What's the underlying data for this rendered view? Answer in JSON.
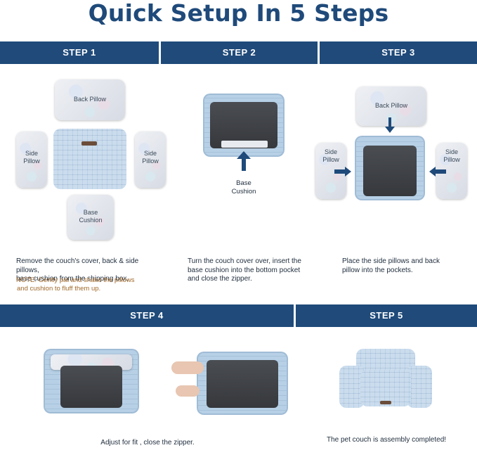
{
  "title": "Quick Setup In 5 Steps",
  "steps": [
    {
      "label": "STEP 1",
      "desc_lines": [
        "Remove the couch's cover, back & side pillows,",
        "base cushion from the shipping box."
      ],
      "note_lines": [
        "NOTE: Gently pat and shake the pillows",
        "and cushion to fluff them up."
      ],
      "labels": {
        "back": "Back Pillow",
        "side_left": [
          "Side",
          "Pillow"
        ],
        "side_right": [
          "Side",
          "Pillow"
        ],
        "base": [
          "Base",
          "Cushion"
        ]
      }
    },
    {
      "label": "STEP 2",
      "desc_lines": [
        "Turn the couch cover over, insert the",
        "base cushion into the bottom pocket",
        "and close the zipper."
      ],
      "labels": {
        "base": [
          "Base",
          "Cushion"
        ]
      }
    },
    {
      "label": "STEP 3",
      "desc_lines": [
        "Place the side pillows and back",
        "pillow into the pockets."
      ],
      "labels": {
        "back": "Back Pillow",
        "side_left": [
          "Side",
          "Pillow"
        ],
        "side_right": [
          "Side",
          "Pillow"
        ]
      }
    },
    {
      "label": "STEP 4",
      "caption": "Adjust for fit , close the zipper."
    },
    {
      "label": "STEP 5",
      "caption": "The pet couch is assembly completed!"
    }
  ],
  "colors": {
    "bar": "#1f4a7a",
    "title": "#1f4a7a",
    "note": "#a0692b",
    "cover": "#b7d0e6"
  },
  "icons": [
    "arrow-up-icon",
    "arrow-down-icon",
    "arrow-right-icon",
    "arrow-left-icon"
  ]
}
